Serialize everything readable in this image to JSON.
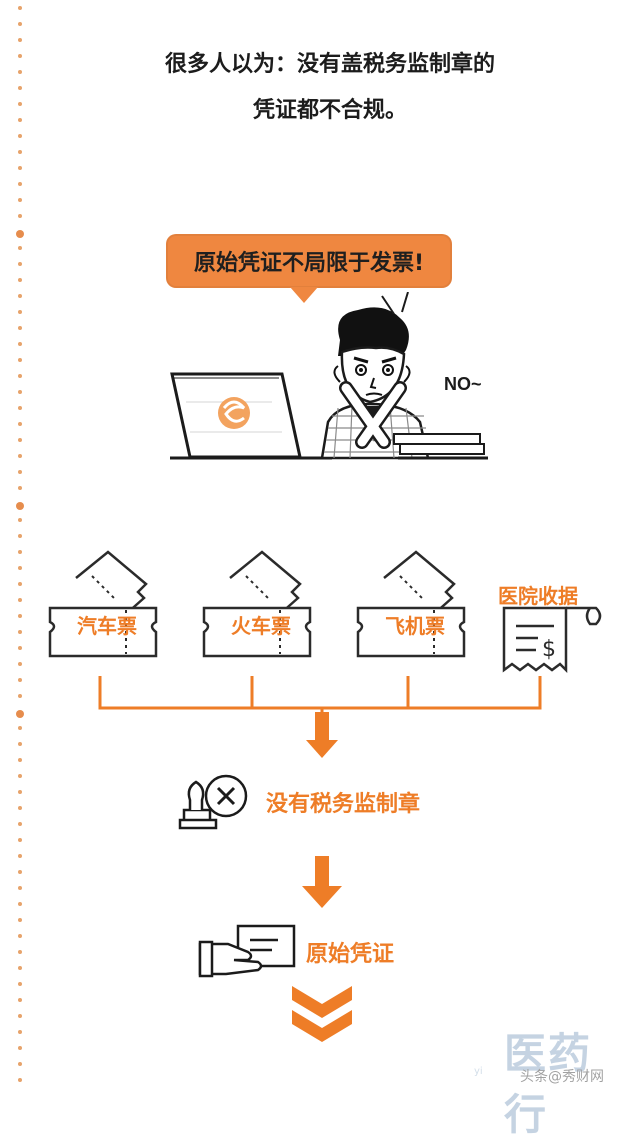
{
  "heading": {
    "line1": "很多人以为：没有盖税务监制章的",
    "line2": "凭证都不合规。"
  },
  "speech_bubble": {
    "text": "原始凭证不局限于发票!"
  },
  "illustration": {
    "exclamation": "NO~"
  },
  "tickets": [
    {
      "label": "汽车票",
      "icon": "bus-ticket-icon"
    },
    {
      "label": "火车票",
      "icon": "train-ticket-icon"
    },
    {
      "label": "飞机票",
      "icon": "plane-ticket-icon"
    }
  ],
  "receipt": {
    "label": "医院收据",
    "symbol": "$",
    "icon": "receipt-icon"
  },
  "flow": {
    "step1_label": "没有税务监制章",
    "step2_label": "原始凭证"
  },
  "watermark": {
    "brand": "医药行",
    "source": "头条@秀财网",
    "tiny": "yi"
  },
  "colors": {
    "accent": "#ee7d27",
    "bubble": "#ef8740",
    "ink": "#1d1d1d",
    "dots": "#e7a36b"
  }
}
